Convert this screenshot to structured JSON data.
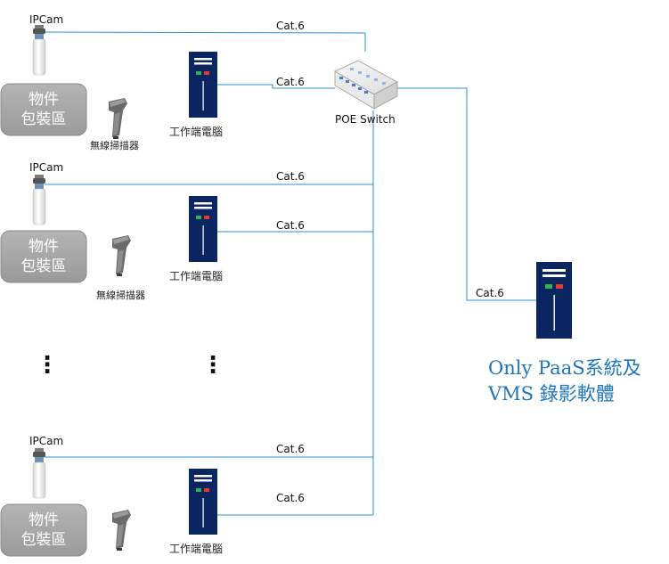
{
  "colors": {
    "wire": "#2e8fc9",
    "server_blue": "#0b2560",
    "packing_box": "#a5a5a5",
    "title_blue": "#1b75bc"
  },
  "icons": {
    "camera": "ip-camera-icon",
    "computer": "workstation-tower-icon",
    "scanner": "barcode-scanner-icon",
    "switch": "poe-switch-icon",
    "server": "server-tower-icon"
  },
  "stations": [
    {
      "camera_label": "IPCam",
      "camera_link": "Cat.6",
      "pc_link": "Cat.6",
      "pc_label": "工作端電腦",
      "area_line1": "物件",
      "area_line2": "包裝區",
      "scanner_label": "無線掃描器"
    },
    {
      "camera_label": "IPCam",
      "camera_link": "Cat.6",
      "pc_link": "Cat.6",
      "pc_label": "工作端電腦",
      "area_line1": "物件",
      "area_line2": "包裝區",
      "scanner_label": "無線掃描器"
    },
    {
      "camera_label": "IPCam",
      "camera_link": "Cat.6",
      "pc_link": "Cat.6",
      "pc_label": "工作端電腦",
      "area_line1": "物件",
      "area_line2": "包裝區",
      "scanner_label": ""
    }
  ],
  "switch": {
    "label": "POE Switch"
  },
  "server": {
    "link": "Cat.6",
    "title_line1": "Only PaaS系統及",
    "title_line2": "VMS 錄影軟體"
  },
  "ellipsis": "⋮"
}
